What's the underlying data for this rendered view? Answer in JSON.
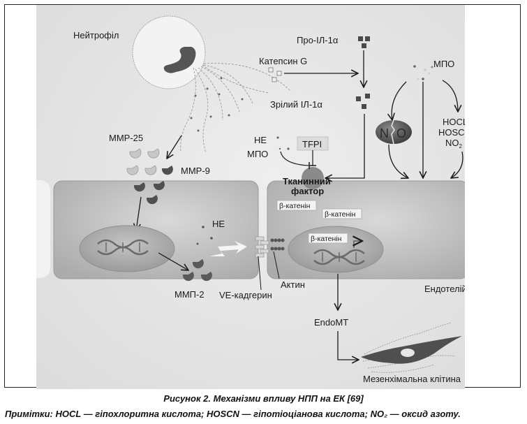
{
  "labels": {
    "neutrophil": "Нейтрофіл",
    "pro_il1a": "Про-ІЛ-1α",
    "cathepsin_g": "Катепсин G",
    "mature_il1a": "Зрілий ІЛ-1α",
    "mpo_top": "МПО",
    "mmp25": "MMP-25",
    "mmp9": "MMP-9",
    "ne_upper": "НЕ",
    "mpo_mid": "МПО",
    "tfpi": "TFPI",
    "tissue_factor_line1": "Тканинний",
    "tissue_factor_line2": "фактор",
    "hocl": "HOCL",
    "hoscn": "HOSCN",
    "no2_base": "NO",
    "no2_sub": "2",
    "no_left": "N",
    "no_right": "O",
    "beta_catenin_1": "β-катенін",
    "beta_catenin_2": "β-катенін",
    "beta_catenin_nucleus": "β-катенін",
    "ne_cell": "НЕ",
    "mmp2": "ММП-2",
    "ve_cadherin": "VE-кадгерин",
    "actin": "Актин",
    "endothelium": "Ендотелій",
    "endomt": "EndoMT",
    "mesenchymal_cell": "Мезенхімальна клітина"
  },
  "caption": {
    "title": "Рисунок 2. Механізми впливу НПП на ЕК [69]",
    "note": "Примітки: HOCL — гіпохлоритна кислота; HOSCN — гіпотіоціанова кислота; NO₂ — оксид азоту."
  },
  "colors": {
    "background": "#e4e4e4",
    "cell": "#b9b9b9",
    "nucleus": "#a8a8a8",
    "dark_mark": "#4a4a4a",
    "light_mark": "#bdbdbd"
  }
}
